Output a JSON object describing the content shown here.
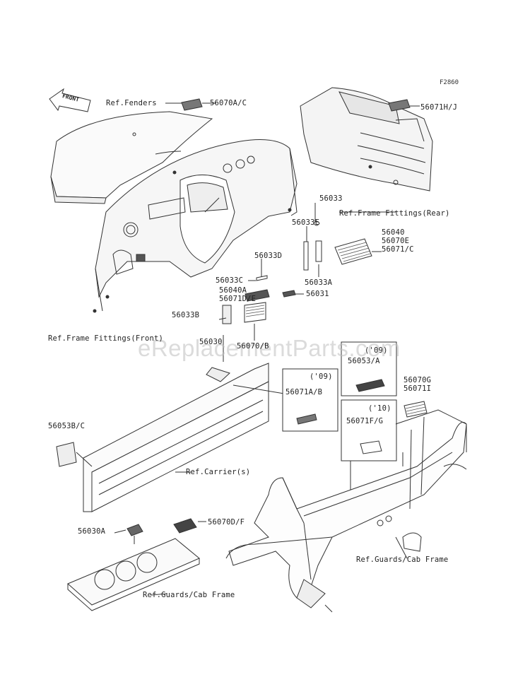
{
  "diagram": {
    "figure_code": "F2860",
    "front_marker": "FRONT",
    "watermark": "eReplacementParts.com",
    "labels": {
      "ref_fenders": "Ref.Fenders",
      "p56070ac": "56070A/C",
      "p56071hj": "56071H/J",
      "p56033": "56033",
      "ref_frame_rear": "Ref.Frame Fittings(Rear)",
      "p56033e": "56033E",
      "p56040": "56040",
      "p56070e": "56070E",
      "p56071c": "56071/C",
      "p56033d": "56033D",
      "p56033c": "56033C",
      "p56033a": "56033A",
      "p56040a": "56040A",
      "p56071de": "56071D/E",
      "p56031": "56031",
      "p56033b": "56033B",
      "ref_frame_front": "Ref.Frame Fittings(Front)",
      "p56030": "56030",
      "p56070b": "56070/B",
      "yr09a": "('09)",
      "p56053a": "56053/A",
      "yr09b": "('09)",
      "p56071ab": "56071A/B",
      "p56070g": "56070G",
      "p56071i": "56071I",
      "yr10": "('10)",
      "p56071fg": "56071F/G",
      "p56053bc": "56053B/C",
      "ref_carrier": "Ref.Carrier(s)",
      "p56030a": "56030A",
      "p56070df": "56070D/F",
      "ref_guards_right": "Ref.Guards/Cab Frame",
      "ref_guards_left": "Ref.Guards/Cab Frame"
    }
  }
}
